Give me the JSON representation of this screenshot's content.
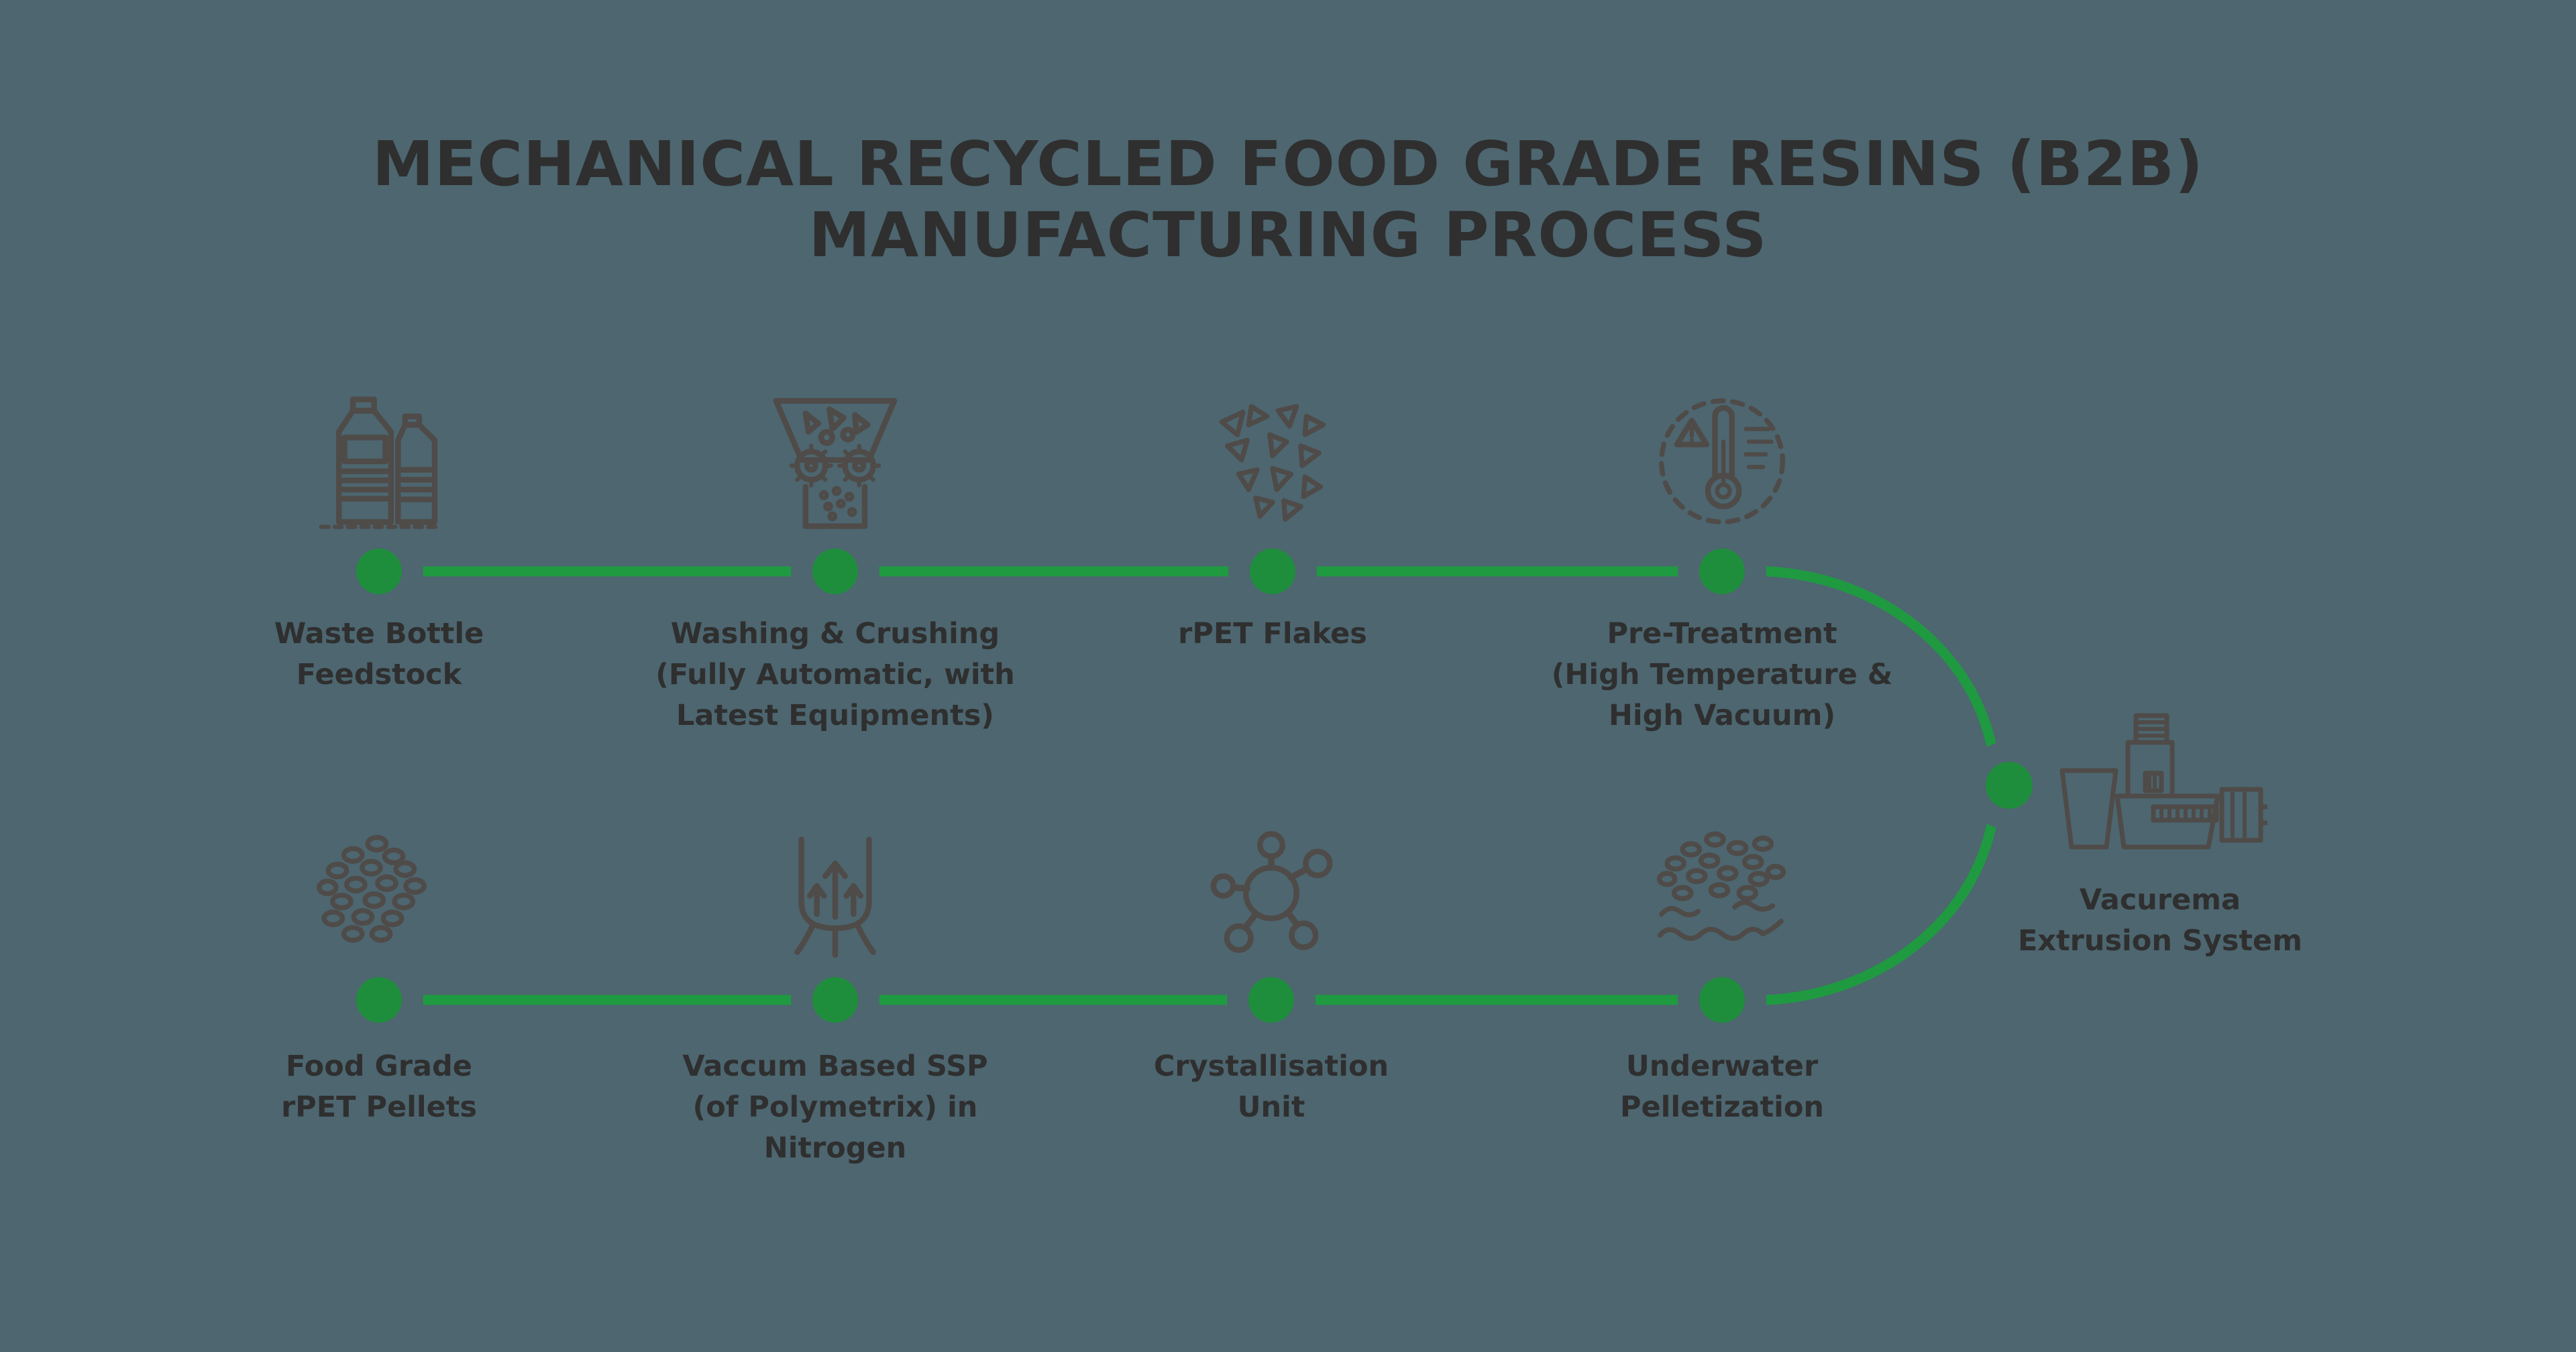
{
  "title": "MECHANICAL RECYCLED FOOD GRADE RESINS (B2B)\nMANUFACTURING PROCESS",
  "colors": {
    "background": "#4d6670",
    "flow_line_green": "#1f9a41",
    "node_green": "#1f8e3c",
    "text_dark": "#2f2f2f",
    "icon_gray": "#4f4b48"
  },
  "stages": [
    {
      "id": "waste-bottle-feedstock",
      "label": "Waste Bottle\nFeedstock",
      "icon": "waste-bottles-icon",
      "row": "top"
    },
    {
      "id": "washing-crushing",
      "label": "Washing & Crushing\n(Fully Automatic, with\nLatest Equipments)",
      "icon": "crusher-gears-icon",
      "row": "top"
    },
    {
      "id": "rpet-flakes",
      "label": "rPET Flakes",
      "icon": "flakes-icon",
      "row": "top"
    },
    {
      "id": "pre-treatment",
      "label": "Pre-Treatment\n(High Temperature &\nHigh Vacuum)",
      "icon": "thermometer-warning-icon",
      "row": "top"
    },
    {
      "id": "vacurema-extrusion-system",
      "label": "Vacurema\nExtrusion System",
      "icon": "extrusion-machine-icon",
      "row": "middle-right"
    },
    {
      "id": "underwater-pelletization",
      "label": "Underwater\nPelletization",
      "icon": "pellets-water-icon",
      "row": "bottom"
    },
    {
      "id": "crystallisation-unit",
      "label": "Crystallisation\nUnit",
      "icon": "molecule-icon",
      "row": "bottom"
    },
    {
      "id": "vaccum-based-ssp",
      "label": "Vaccum Based SSP\n(of Polymetrix) in\nNitrogen",
      "icon": "vessel-arrows-icon",
      "row": "bottom"
    },
    {
      "id": "food-grade-rpet-pellets",
      "label": "Food Grade\nrPET Pellets",
      "icon": "pellets-icon",
      "row": "bottom"
    }
  ]
}
